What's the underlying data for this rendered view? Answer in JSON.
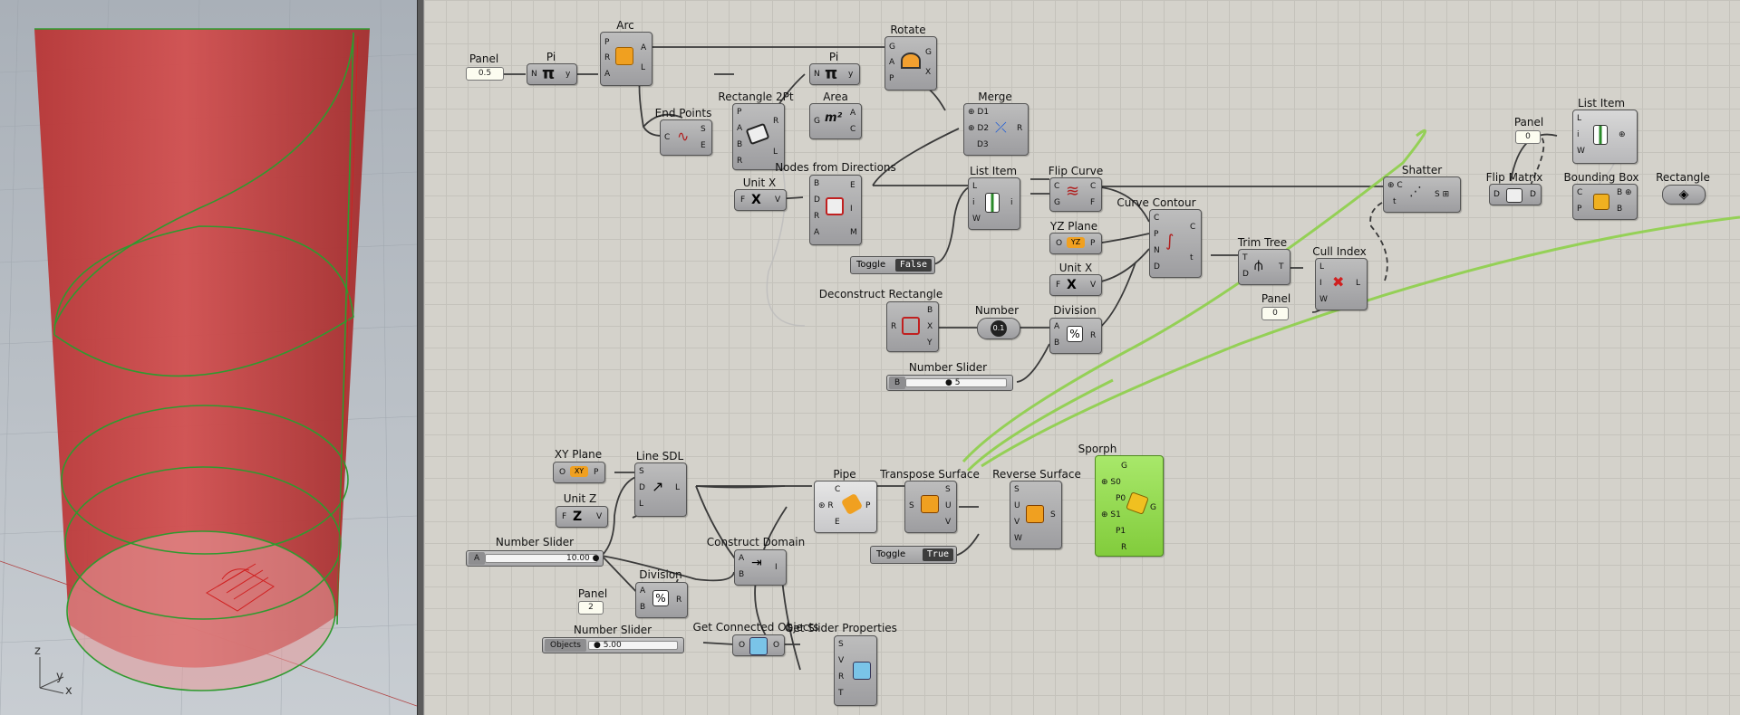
{
  "viewport": {
    "axis_z": "z",
    "axis_y": "y",
    "axis_x": "x",
    "surface_color": "#c43c3c",
    "curve_color": "#2f9a2f"
  },
  "components": {
    "panel1": "Panel",
    "pi1": "Pi",
    "arc": "Arc",
    "rotate": "Rotate",
    "pi2": "Pi",
    "merge": "Merge",
    "endpoints": "End Points",
    "rect2pt": "Rectangle 2Pt",
    "area": "Area",
    "unitx1": "Unit X",
    "nodes": "Nodes from Directions",
    "listitem1": "List Item",
    "flipcurve": "Flip Curve",
    "curvecontour": "Curve Contour",
    "shatter": "Shatter",
    "flipmatrix": "Flip Matrix",
    "boundingbox": "Bounding Box",
    "rectangle": "Rectangle",
    "listitem2": "List Item",
    "panel2": "Panel",
    "yzplane": "YZ Plane",
    "unitx2": "Unit X",
    "trimtree": "Trim Tree",
    "cullindex": "Cull Index",
    "panel3": "Panel",
    "deconstructrect": "Deconstruct Rectangle",
    "number": "Number",
    "division1": "Division",
    "numberslider1": "Number Slider",
    "xyplane": "XY Plane",
    "linesdl": "Line SDL",
    "unitz": "Unit Z",
    "pipe": "Pipe",
    "transposesurface": "Transpose Surface",
    "reversesurface": "Reverse Surface",
    "sporph": "Sporph",
    "numberslider2": "Number Slider",
    "constructdomain": "Construct Domain",
    "division2": "Division",
    "panel4": "Panel",
    "numberslider3": "Number Slider",
    "getconnected": "Get Connected Objects",
    "getsliderprops": "Get Slider Properties"
  },
  "values": {
    "panel1": "0.5",
    "panel2": "0",
    "panel3": "0",
    "panel4": "2",
    "toggle1_label": "Toggle",
    "toggle1_value": "False",
    "toggle2_label": "Toggle",
    "toggle2_value": "True",
    "slider1_tag": "B",
    "slider1_value": "5",
    "slider2_tag": "A",
    "slider2_value": "10.00",
    "slider3_tag": "Objects",
    "slider3_value": "5.00",
    "number_value": "0.1"
  }
}
